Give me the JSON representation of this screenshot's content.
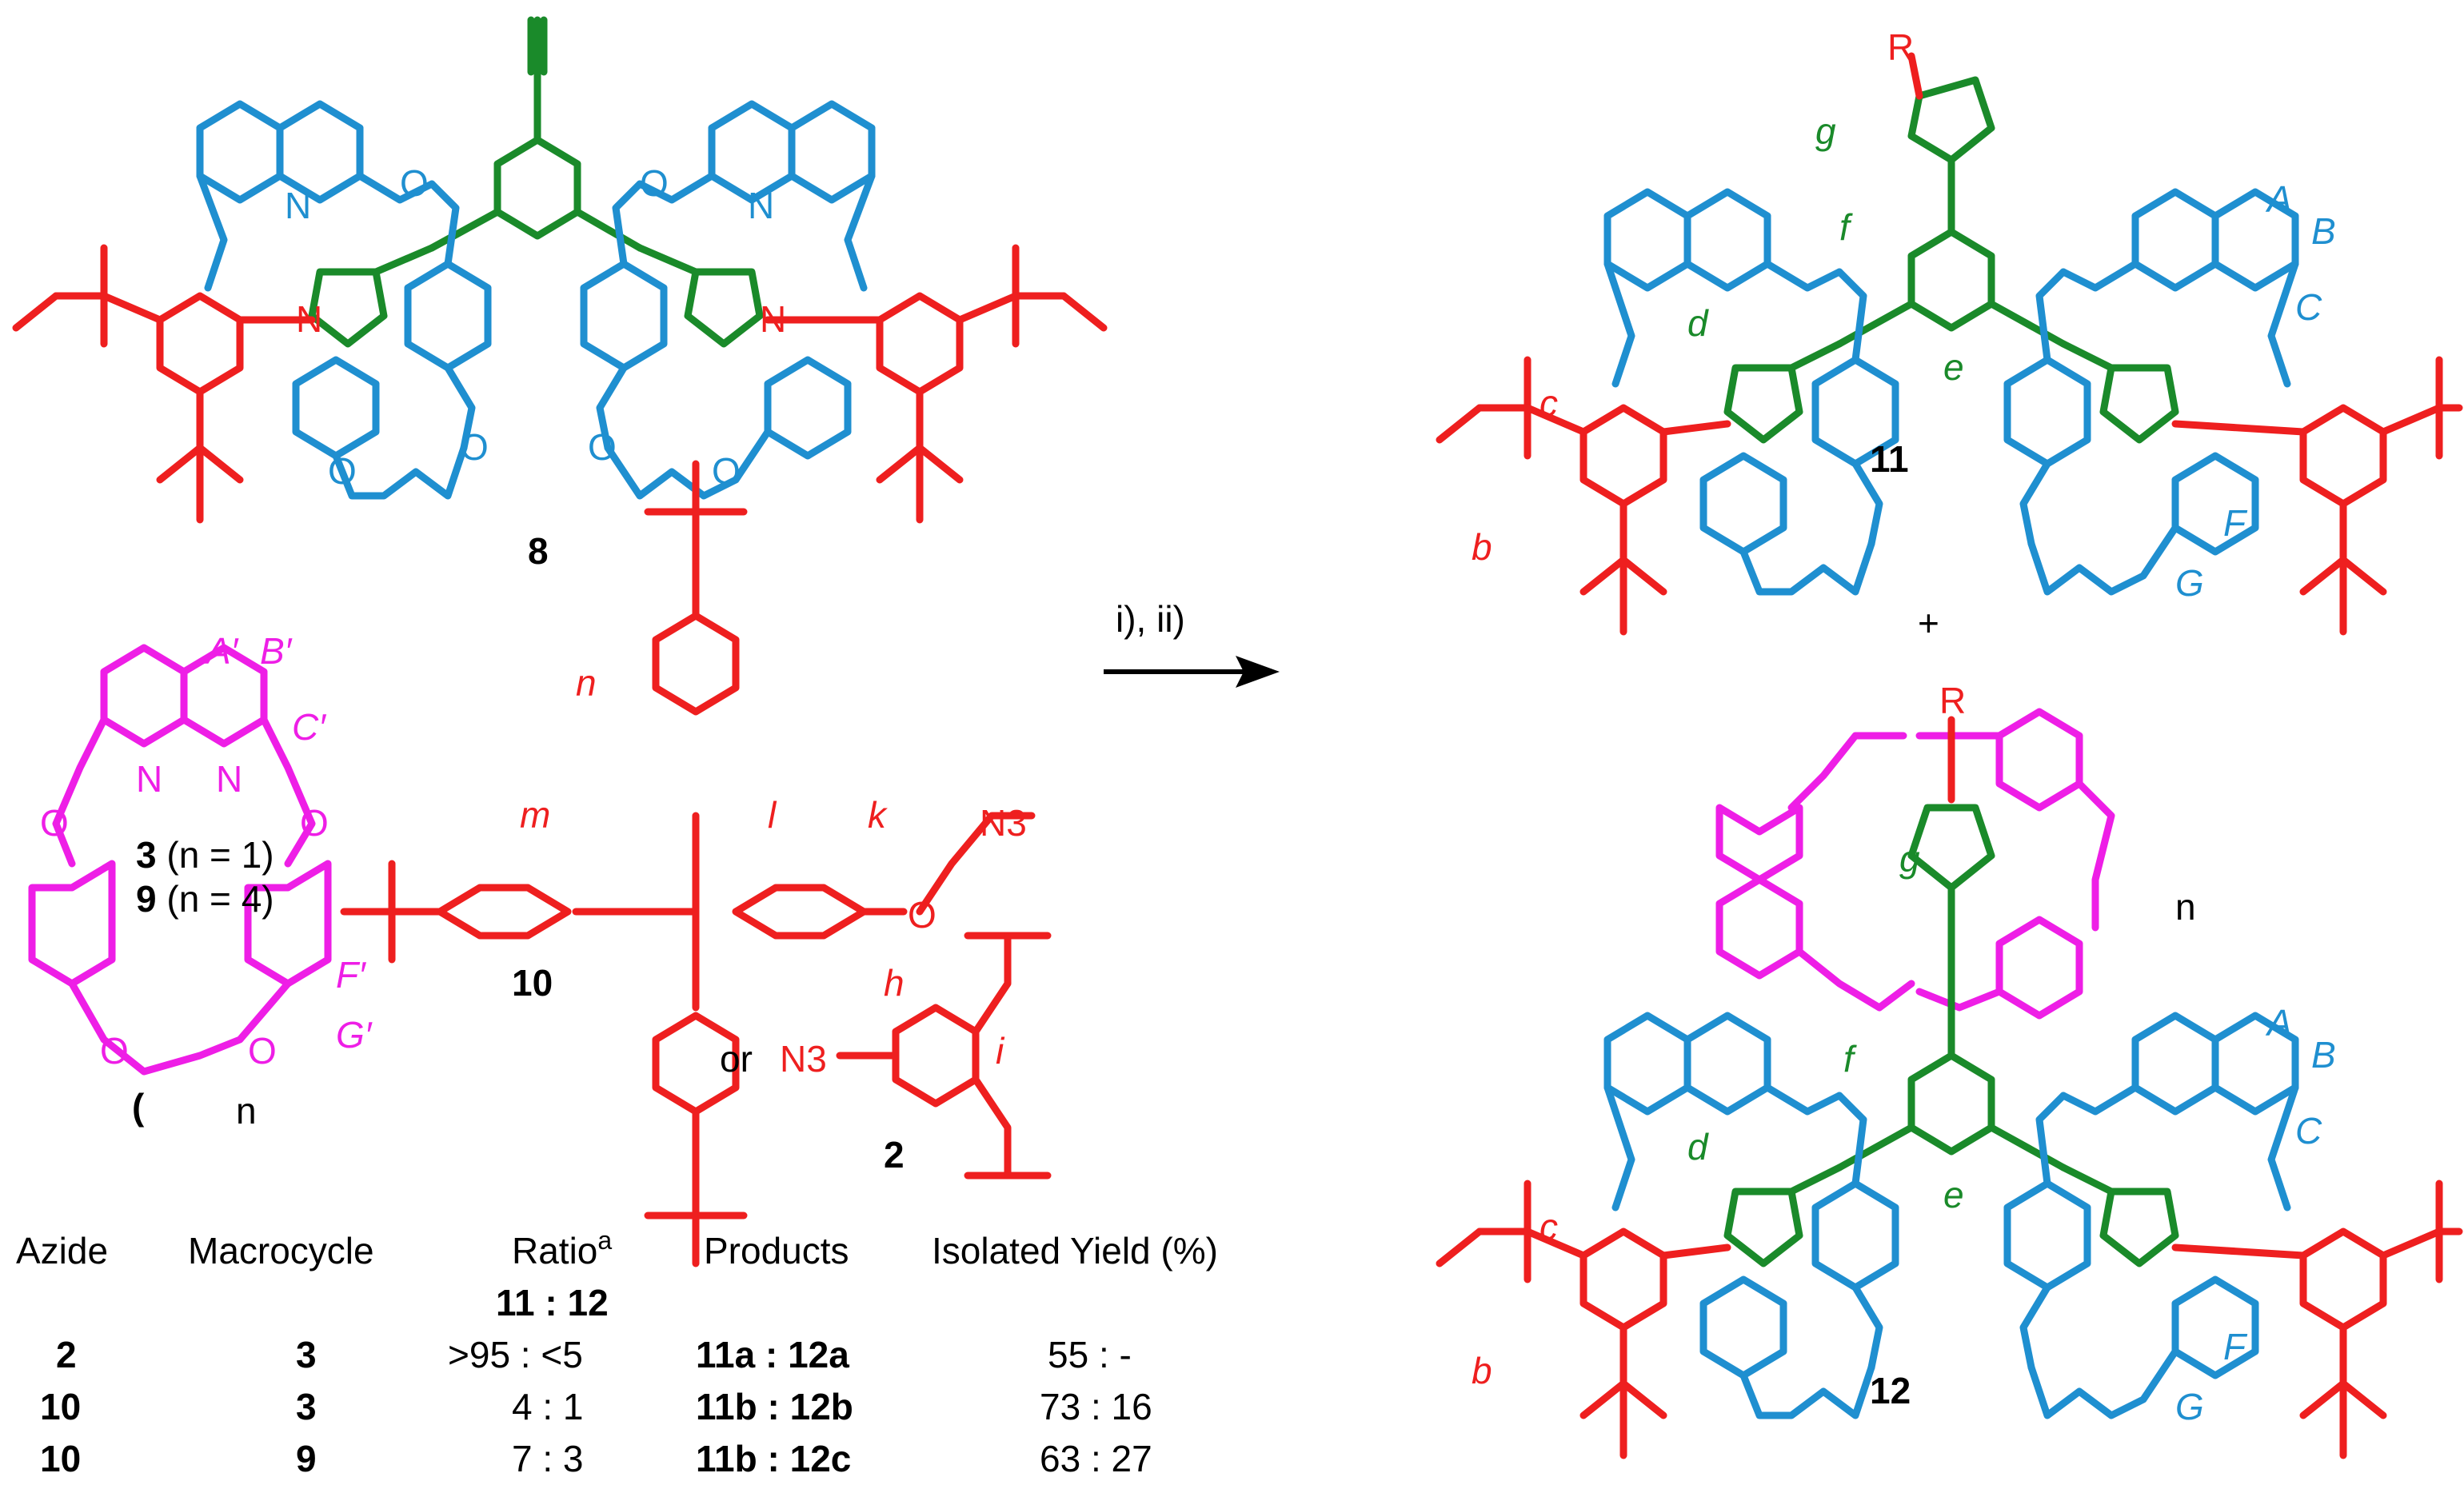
{
  "compounds": {
    "c8": "8",
    "c11": "11",
    "c12": "12",
    "c10": "10",
    "c2": "2",
    "c3_label": "3",
    "c3_note": "(n = 1)",
    "c9_label": "9",
    "c9_note": "(n = 4)",
    "plus": "+",
    "or": "or"
  },
  "conditions": "i), ii)",
  "atoms": {
    "N": "N",
    "O": "O",
    "R": "R",
    "N3": "N3",
    "n": "n"
  },
  "proton_labels": {
    "A": "A",
    "B": "B",
    "C": "C",
    "F": "F",
    "G": "G",
    "b": "b",
    "c": "c",
    "d": "d",
    "e": "e",
    "f": "f",
    "g": "g",
    "h": "h",
    "i": "i",
    "k": "k",
    "l": "l",
    "m": "m",
    "n": "n",
    "A_prime": "A′",
    "B_prime": "B′",
    "C_prime": "C′",
    "F_prime": "F′",
    "G_prime": "G′"
  },
  "table": {
    "headers": [
      "Azide",
      "Macrocycle",
      "Ratio",
      "Products",
      "Isolated Yield (%)"
    ],
    "ratio_superscript": "a",
    "ratio_subheader": "11 : 12",
    "rows": [
      {
        "azide": "2",
        "macrocycle": "3",
        "ratio": ">95 : <5",
        "products": "11a : 12a",
        "yield": "55 : -"
      },
      {
        "azide": "10",
        "macrocycle": "3",
        "ratio": "4 : 1",
        "products": "11b : 12b",
        "yield": "73 : 16"
      },
      {
        "azide": "10",
        "macrocycle": "9",
        "ratio": "7 : 3",
        "products": "11b : 12c",
        "yield": "63 : 27"
      }
    ]
  },
  "colors": {
    "axle_blue": "#1f8fd0",
    "stopper_red": "#ee1f1f",
    "core_green": "#1a8a2a",
    "macrocycle_magenta": "#ee1ee6",
    "text_black": "#000000"
  }
}
